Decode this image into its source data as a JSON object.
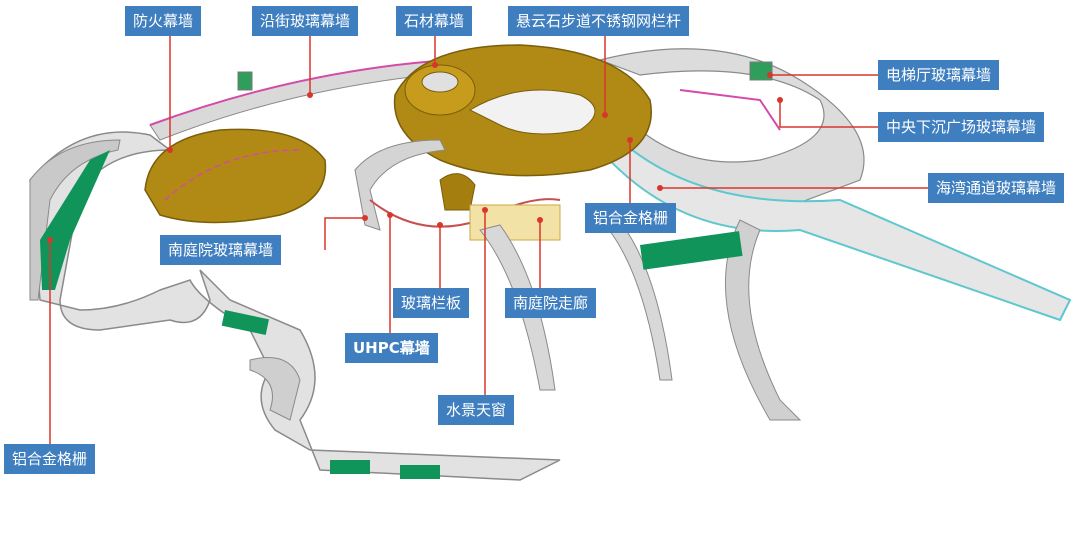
{
  "colors": {
    "label_bg": "#3f7fc0",
    "label_text": "#ffffff",
    "leader_line": "#d9362b",
    "stone_gold": "#b08a14",
    "structure_grey": "#d8d8d8",
    "glass_green": "#10945a",
    "rail_pink": "#d44aa8"
  },
  "labels": {
    "fire_wall": "防火幕墙",
    "street_glass_wall": "沿街玻璃幕墙",
    "stone_wall": "石材幕墙",
    "floating_walkway_railing": "悬云石步道不锈钢网栏杆",
    "elevator_hall_glass_wall": "电梯厅玻璃幕墙",
    "central_plaza_glass_wall": "中央下沉广场玻璃幕墙",
    "bay_passage_glass_wall": "海湾通道玻璃幕墙",
    "aluminum_grille_right": "铝合金格栅",
    "south_courtyard_glass_wall": "南庭院玻璃幕墙",
    "glass_railing": "玻璃栏板",
    "south_courtyard_corridor": "南庭院走廊",
    "uhpc_wall": "UHPC幕墙",
    "water_skylight": "水景天窗",
    "aluminum_grille_left": "铝合金格栅"
  }
}
